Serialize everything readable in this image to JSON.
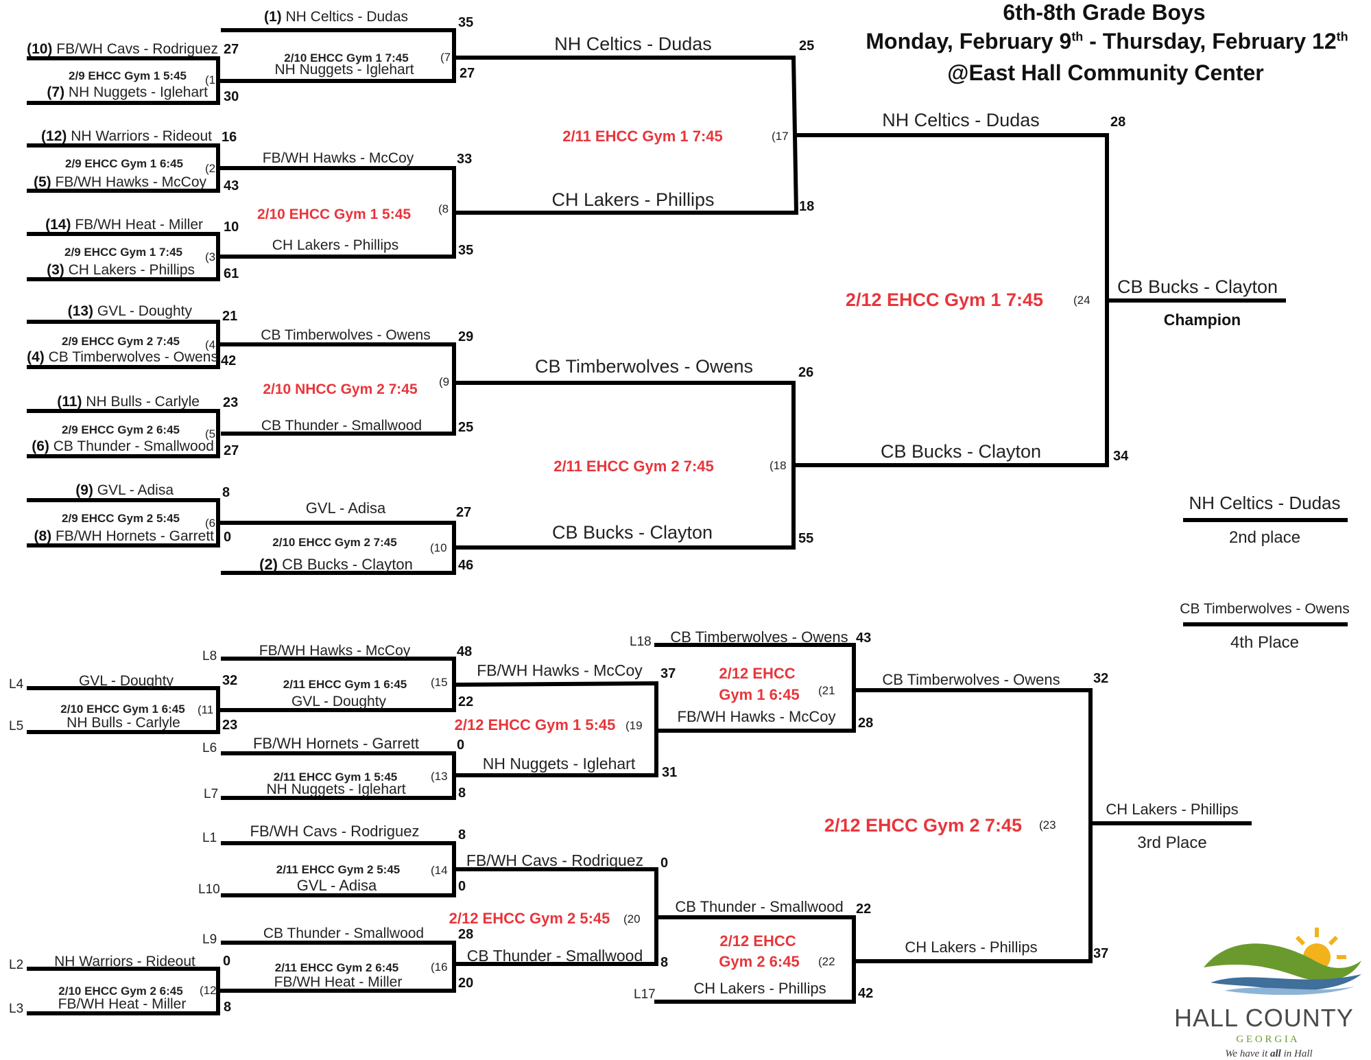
{
  "header": {
    "line1": "6th-8th Grade Boys",
    "line2_part1": "Monday, February 9",
    "line2_sup1": "th",
    "line2_part2": " - Thursday, February 12",
    "line2_sup2": "th",
    "line3": "@East Hall Community Center"
  },
  "winners": {
    "g1": {
      "top_seed": "(10)",
      "top": "FB/WH Cavs - Rodriguez",
      "top_score": "27",
      "bot_seed": "(7)",
      "bot": "NH Nuggets - Iglehart",
      "bot_score": "30",
      "info": "2/9 EHCC Gym 1 5:45",
      "num": "(1"
    },
    "g2": {
      "top_seed": "(12)",
      "top": "NH Warriors - Rideout",
      "top_score": "16",
      "bot_seed": "(5)",
      "bot": "FB/WH Hawks - McCoy",
      "bot_score": "43",
      "info": "2/9 EHCC Gym 1 6:45",
      "num": "(2"
    },
    "g3": {
      "top_seed": "(14)",
      "top": "FB/WH Heat - Miller",
      "top_score": "10",
      "bot_seed": "(3)",
      "bot": "CH Lakers - Phillips",
      "bot_score": "61",
      "info": "2/9 EHCC Gym 1 7:45",
      "num": "(3"
    },
    "g4": {
      "top_seed": "(13)",
      "top": "GVL - Doughty",
      "top_score": "21",
      "bot_seed": "(4)",
      "bot": "CB Timberwolves - Owens",
      "bot_score": "42",
      "info": "2/9 EHCC Gym 2 7:45",
      "num": "(4"
    },
    "g5": {
      "top_seed": "(11)",
      "top": "NH Bulls - Carlyle",
      "top_score": "23",
      "bot_seed": "(6)",
      "bot": "CB Thunder - Smallwood",
      "bot_score": "27",
      "info": "2/9 EHCC Gym 2 6:45",
      "num": "(5"
    },
    "g6": {
      "top_seed": "(9)",
      "top": "GVL - Adisa",
      "top_score": "8",
      "bot_seed": "(8)",
      "bot": "FB/WH Hornets - Garrett",
      "bot_score": "0",
      "info": "2/9 EHCC Gym 2 5:45",
      "num": "(6"
    },
    "g7": {
      "top_seed": "(1)",
      "top": "NH Celtics - Dudas",
      "top_score": "35",
      "bot": "NH Nuggets - Iglehart",
      "bot_score": "27",
      "info": "2/10 EHCC Gym 1 7:45",
      "num": "(7"
    },
    "g8": {
      "top": "FB/WH Hawks - McCoy",
      "top_score": "33",
      "bot": "CH Lakers - Phillips",
      "bot_score": "35",
      "info": "2/10 EHCC Gym 1 5:45",
      "num": "(8"
    },
    "g9": {
      "top": "CB Timberwolves - Owens",
      "top_score": "29",
      "bot": "CB Thunder - Smallwood",
      "bot_score": "25",
      "info": "2/10 NHCC Gym 2 7:45",
      "num": "(9"
    },
    "g10": {
      "top": "GVL - Adisa",
      "top_score": "27",
      "bot_seed": "(2)",
      "bot": "CB Bucks - Clayton",
      "bot_score": "46",
      "info": "2/10 EHCC Gym 2 7:45",
      "num": "(10"
    },
    "g17": {
      "top": "NH Celtics - Dudas",
      "top_score": "25",
      "bot": "CH Lakers - Phillips",
      "bot_score": "18",
      "info": "2/11 EHCC Gym 1 7:45",
      "num": "(17"
    },
    "g18": {
      "top": "CB Timberwolves - Owens",
      "top_score": "26",
      "bot": "CB Bucks - Clayton",
      "bot_score": "55",
      "info": "2/11 EHCC Gym 2 7:45",
      "num": "(18"
    },
    "g24": {
      "top": "NH Celtics - Dudas",
      "top_score": "28",
      "bot": "CB Bucks - Clayton",
      "bot_score": "34",
      "info": "2/12 EHCC Gym 1 7:45",
      "num": "(24"
    },
    "champion": {
      "team": "CB Bucks - Clayton",
      "label": "Champion"
    }
  },
  "placements": {
    "second": {
      "team": "NH Celtics - Dudas",
      "label": "2nd place"
    },
    "fourth": {
      "team": "CB Timberwolves - Owens",
      "label": "4th Place"
    },
    "third": {
      "team": "CH Lakers - Phillips",
      "label": "3rd Place"
    }
  },
  "consolation": {
    "g11": {
      "top_ref": "L4",
      "top": "GVL - Doughty",
      "top_score": "32",
      "bot_ref": "L5",
      "bot": "NH Bulls - Carlyle",
      "bot_score": "23",
      "info": "2/10 EHCC Gym 1 6:45",
      "num": "(11"
    },
    "g12": {
      "top_ref": "L2",
      "top": "NH Warriors - Rideout",
      "top_score": "0",
      "bot_ref": "L3",
      "bot": "FB/WH Heat - Miller",
      "bot_score": "8",
      "info": "2/10 EHCC Gym 2 6:45",
      "num": "(12"
    },
    "g13": {
      "top_ref": "L6",
      "top": "FB/WH Hornets - Garrett",
      "top_score": "0",
      "bot_ref": "L7",
      "bot": "NH Nuggets - Iglehart",
      "bot_score": "8",
      "info": "2/11 EHCC Gym 1 5:45",
      "num": "(13"
    },
    "g14": {
      "top_ref": "L1",
      "top": "FB/WH Cavs - Rodriguez",
      "top_score": "8",
      "bot_ref": "L10",
      "bot": "GVL - Adisa",
      "bot_score": "0",
      "info": "2/11 EHCC Gym 2 5:45",
      "num": "(14"
    },
    "g15": {
      "top_ref": "L8",
      "top": "FB/WH Hawks - McCoy",
      "top_score": "48",
      "bot": "GVL - Doughty",
      "bot_score": "22",
      "info": "2/11 EHCC Gym 1 6:45",
      "num": "(15"
    },
    "g16": {
      "top_ref": "L9",
      "top": "CB Thunder - Smallwood",
      "top_score": "28",
      "bot": "FB/WH Heat - Miller",
      "bot_score": "20",
      "info": "2/11 EHCC Gym 2 6:45",
      "num": "(16"
    },
    "g19": {
      "top": "FB/WH Hawks - McCoy",
      "top_score": "37",
      "bot": "NH Nuggets - Iglehart",
      "bot_score": "31",
      "info": "2/12 EHCC Gym 1 5:45",
      "num": "(19"
    },
    "g20": {
      "top": "FB/WH Cavs - Rodriguez",
      "top_score": "0",
      "bot": "CB Thunder - Smallwood",
      "bot_score": "8",
      "info": "2/12 EHCC Gym 2 5:45",
      "num": "(20"
    },
    "g21": {
      "top_ref": "L18",
      "top": "CB Timberwolves - Owens",
      "top_score": "43",
      "bot": "FB/WH Hawks - McCoy",
      "bot_score": "28",
      "info1": "2/12 EHCC",
      "info2": "Gym 1 6:45",
      "num": "(21"
    },
    "g22": {
      "top": "CB Thunder - Smallwood",
      "top_score": "22",
      "bot_ref": "L17",
      "bot": "CH Lakers - Phillips",
      "bot_score": "42",
      "info1": "2/12 EHCC",
      "info2": "Gym 2 6:45",
      "num": "(22"
    },
    "g23": {
      "top": "CB Timberwolves - Owens",
      "top_score": "32",
      "bot": "CH Lakers - Phillips",
      "bot_score": "37",
      "info": "2/12 EHCC Gym 2 7:45",
      "num": "(23"
    }
  },
  "logo": {
    "name": "HALL COUNTY",
    "state": "G E O R G I A",
    "tagline_pre": "We have it ",
    "tagline_em": "all",
    "tagline_post": " in Hall",
    "colors": {
      "green": "#6a9a2e",
      "blue": "#3f6f9a",
      "sun": "#f2b21b",
      "text": "#4a4a4a"
    }
  },
  "colors": {
    "accent": "#e8353b",
    "line": "#000000"
  }
}
